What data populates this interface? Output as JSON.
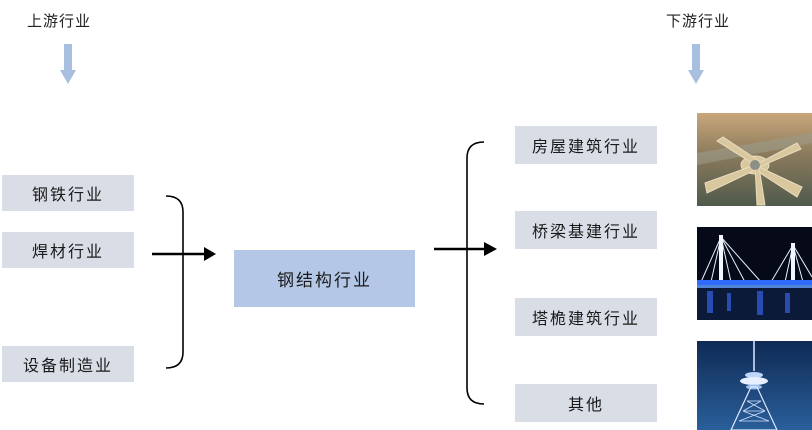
{
  "headers": {
    "upstream": "上游行业",
    "downstream": "下游行业"
  },
  "upstream_items": [
    "钢铁行业",
    "焊材行业",
    "设备制造业"
  ],
  "center_label": "钢结构行业",
  "downstream_items": [
    "房屋建筑行业",
    "桥梁基建行业",
    "塔桅建筑行业",
    "其他"
  ],
  "images": [
    "airport-photo",
    "bridge-photo",
    "tower-photo"
  ],
  "colors": {
    "upstream_box": "#d9dde6",
    "center_box": "#b4c7e7",
    "header_arrow": "#a9bfe0",
    "connector": "#000000"
  }
}
